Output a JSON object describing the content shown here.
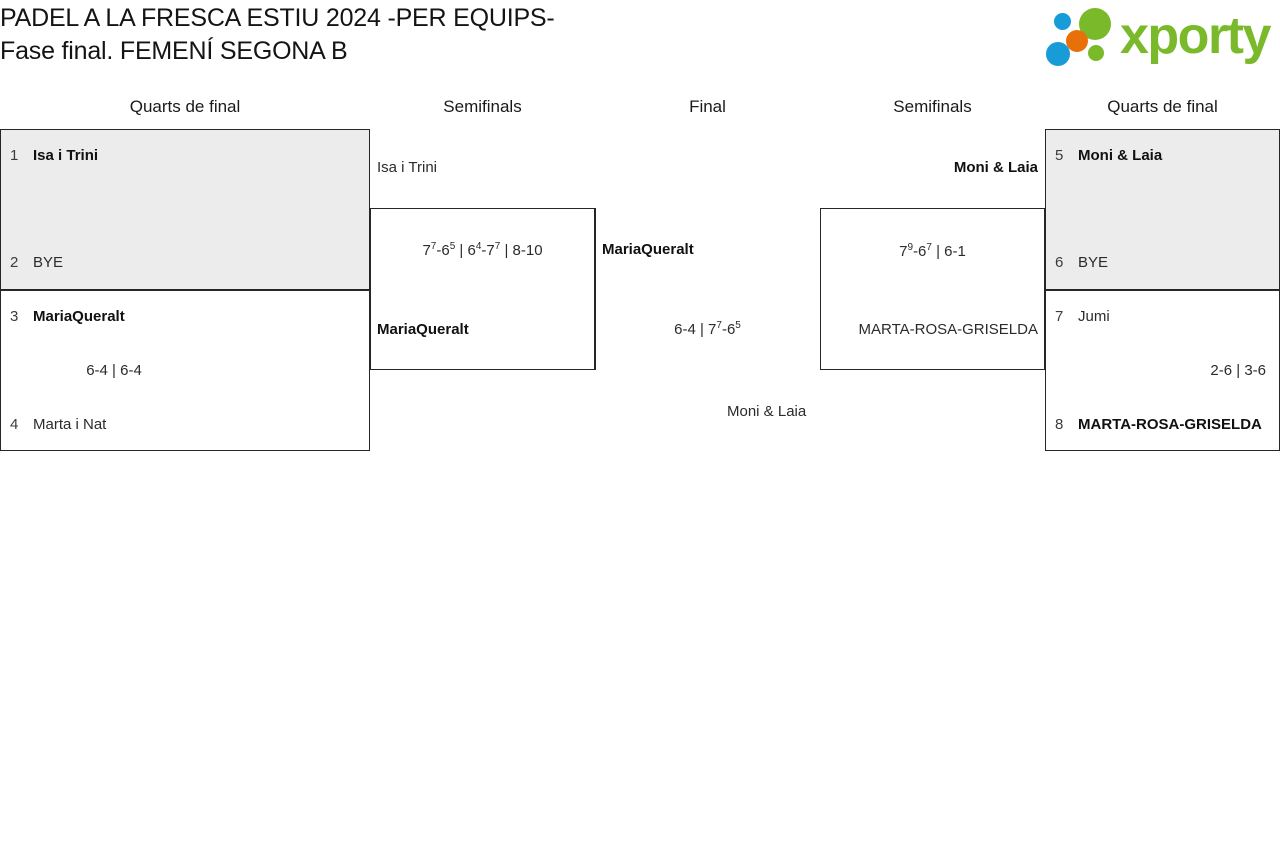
{
  "header": {
    "title_line1": "PADEL A LA FRESCA ESTIU 2024 -PER EQUIPS-",
    "title_line2": "Fase final. FEMENÍ SEGONA B",
    "logo_text": "xporty",
    "logo_colors": {
      "green": "#7ab929",
      "orange": "#e8700a",
      "blue": "#189cd8"
    }
  },
  "rounds": {
    "qf_left": "Quarts de final",
    "sf_left": "Semifinals",
    "final": "Final",
    "sf_right": "Semifinals",
    "qf_right": "Quarts de final"
  },
  "bracket": {
    "qf_left": [
      {
        "shaded": true,
        "top": {
          "seed": "1",
          "name": "Isa i Trini",
          "winner": true
        },
        "bottom": {
          "seed": "2",
          "name": "BYE",
          "winner": false
        },
        "score": ""
      },
      {
        "shaded": false,
        "top": {
          "seed": "3",
          "name": "MariaQueralt",
          "winner": true
        },
        "bottom": {
          "seed": "4",
          "name": "Marta i Nat",
          "winner": false
        },
        "score": "6-4 | 6-4"
      }
    ],
    "sf_left": {
      "top": {
        "name": "Isa i Trini",
        "winner": false
      },
      "bottom": {
        "name": "MariaQueralt",
        "winner": true
      },
      "score_parts": [
        {
          "main": "7",
          "sup": "7"
        },
        {
          "main": "-6",
          "sup": "5"
        },
        {
          "main": " | 6",
          "sup": "4"
        },
        {
          "main": "-7",
          "sup": "7"
        },
        {
          "main": " | 8-10",
          "sup": ""
        }
      ],
      "score_plain": "7⁷-6⁵ | 6⁴-7⁷ | 8-10"
    },
    "final": {
      "top": {
        "name": "MariaQueralt",
        "winner": true
      },
      "bottom": {
        "name": "Moni & Laia",
        "winner": false
      },
      "score_parts": [
        {
          "main": "6-4 | 7",
          "sup": "7"
        },
        {
          "main": "-6",
          "sup": "5"
        }
      ],
      "score_plain": "6-4 | 7⁷-6⁵"
    },
    "sf_right": {
      "top": {
        "name": "Moni & Laia",
        "winner": true
      },
      "bottom": {
        "name": "MARTA-ROSA-GRISELDA",
        "winner": false
      },
      "score_parts": [
        {
          "main": "7",
          "sup": "9"
        },
        {
          "main": "-6",
          "sup": "7"
        },
        {
          "main": " | 6-1",
          "sup": ""
        }
      ],
      "score_plain": "7⁹-6⁷ | 6-1"
    },
    "qf_right": [
      {
        "shaded": true,
        "top": {
          "seed": "5",
          "name": "Moni & Laia",
          "winner": true
        },
        "bottom": {
          "seed": "6",
          "name": "BYE",
          "winner": false
        },
        "score": ""
      },
      {
        "shaded": false,
        "top": {
          "seed": "7",
          "name": "Jumi",
          "winner": false
        },
        "bottom": {
          "seed": "8",
          "name": "MARTA-ROSA-GRISELDA",
          "winner": true
        },
        "score": "2-6 | 3-6"
      }
    ]
  }
}
